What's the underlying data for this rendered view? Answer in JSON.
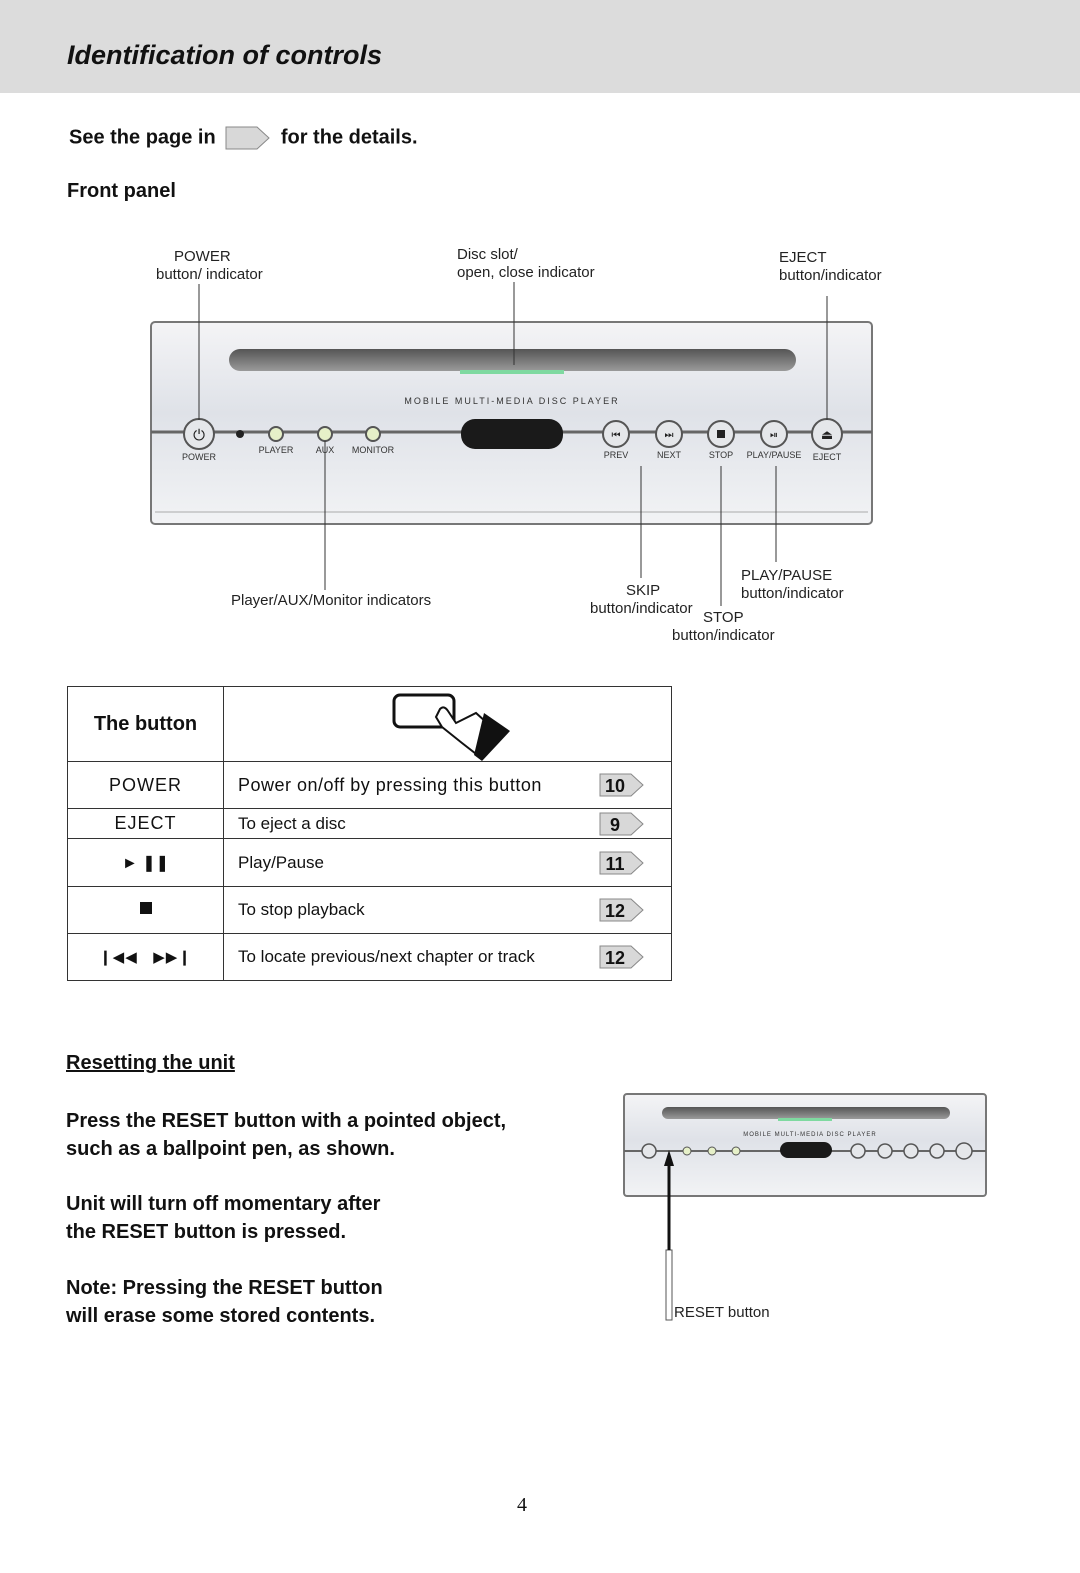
{
  "header": {
    "title": "Identification of controls"
  },
  "see_page": {
    "before": "See the page in",
    "after": "for the details."
  },
  "front_panel": {
    "title": "Front panel",
    "callouts": {
      "power": [
        "POWER",
        "button/ indicator"
      ],
      "disc_slot": [
        "Disc slot/",
        "open, close indicator"
      ],
      "eject": [
        "EJECT",
        "button/indicator"
      ],
      "indicators": "Player/AUX/Monitor indicators",
      "skip": [
        "SKIP",
        "button/indicator"
      ],
      "play_pause": [
        "PLAY/PAUSE",
        "button/indicator"
      ],
      "stop": [
        "STOP",
        "button/indicator"
      ]
    },
    "panel_text": {
      "brand": "MOBILE MULTI-MEDIA DISC PLAYER",
      "power": "POWER",
      "player": "PLAYER",
      "aux": "AUX",
      "monitor": "MONITOR",
      "prev": "PREV",
      "next": "NEXT",
      "stop": "STOP",
      "play_pause": "PLAY/PAUSE",
      "eject": "EJECT"
    }
  },
  "button_table": {
    "header": "The button",
    "rows": [
      {
        "name": "POWER",
        "desc": "Power on/off  by pressing this button",
        "page": "10"
      },
      {
        "name": "EJECT",
        "desc": "To eject a disc",
        "page": "9"
      },
      {
        "icon": "play-pause-icon",
        "desc": "Play/Pause",
        "page": "11"
      },
      {
        "icon": "stop-icon",
        "desc": "To stop playback",
        "page": "12"
      },
      {
        "icon": "prev-next-icon",
        "desc": "To locate previous/next chapter or track",
        "page": "12"
      }
    ]
  },
  "reset": {
    "title": "Resetting the unit",
    "p1": [
      "Press the RESET button with a pointed object,",
      "such as a ballpoint pen, as shown."
    ],
    "p2": [
      "Unit will turn off momentary after",
      "the RESET button is pressed."
    ],
    "p3": [
      "Note: Pressing the RESET button",
      "will erase some stored contents."
    ],
    "button_label": "RESET  button"
  },
  "page_number": "4"
}
